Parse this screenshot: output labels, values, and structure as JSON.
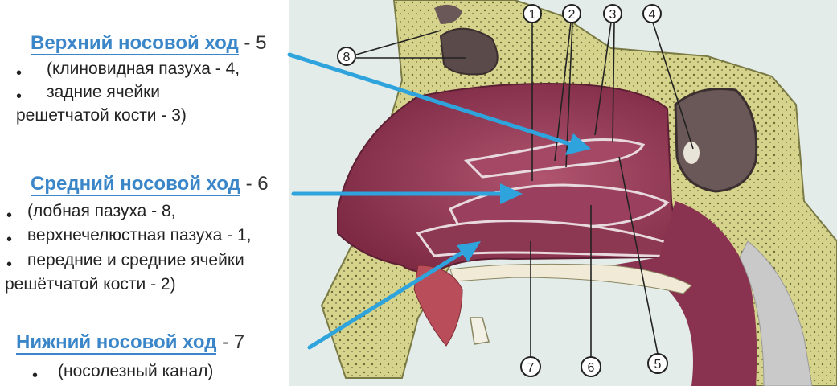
{
  "upper": {
    "title": "Верхний носовой ход",
    "number": " - 5",
    "lines": [
      "(клиновидная пазуха - 4,",
      "задние ячейки",
      "решетчатой кости - 3)"
    ]
  },
  "middle": {
    "title": "Средний носовой ход",
    "number": " - 6",
    "lines": [
      "(лобная пазуха - 8,",
      "верхнечелюстная пазуха - 1,",
      "передние и средние ячейки",
      "решётчатой кости - 2)"
    ]
  },
  "lower": {
    "title": "Нижний носовой ход",
    "number": " - 7",
    "lines": [
      "(носолезный канал)"
    ]
  },
  "markers": [
    "1",
    "2",
    "3",
    "4",
    "8",
    "7",
    "6",
    "5"
  ],
  "colors": {
    "accent": "#3a86c8",
    "arrow": "#2fa3dc",
    "mucosa": "#9b3d5c",
    "bone": "#d8d58e",
    "background": "#e4ecea"
  }
}
